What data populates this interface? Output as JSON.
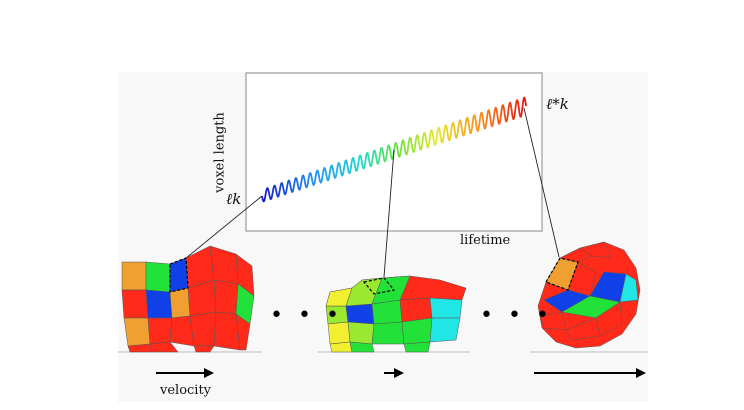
{
  "plot": {
    "ylabel": "voxel length",
    "xlabel": "lifetime",
    "start_label": "ℓk",
    "end_label": "ℓ*k"
  },
  "ellipsis": "• • •",
  "velocity_label": "velocity",
  "palette": {
    "red": "#ff2a1a",
    "green": "#22e23a",
    "blue": "#1040e8",
    "orange": "#f0a030",
    "yellow": "#f2ee30",
    "cyan": "#20e6e6",
    "lime": "#9be830"
  }
}
